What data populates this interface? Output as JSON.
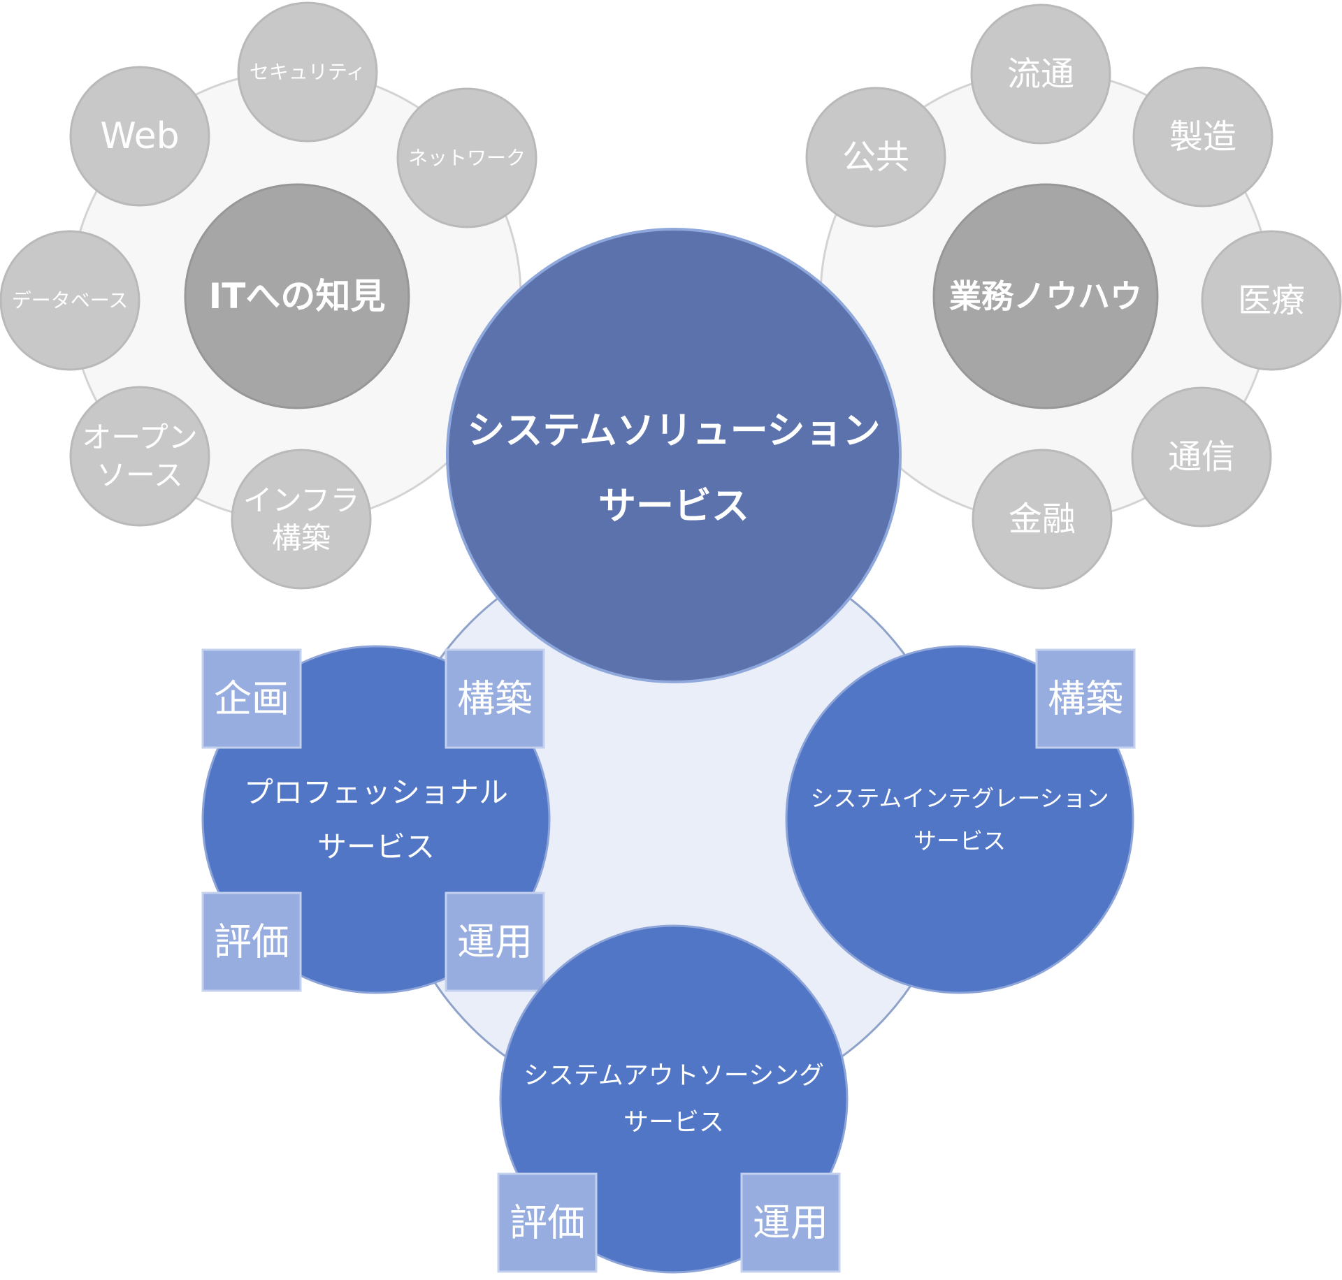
{
  "it_knowledge": {
    "center": "ITへの知見",
    "topics": [
      {
        "name": "web-bubble",
        "lines": [
          "Web"
        ]
      },
      {
        "name": "security-bubble",
        "lines": [
          "セキュリティ"
        ]
      },
      {
        "name": "network-bubble",
        "lines": [
          "ネットワーク"
        ]
      },
      {
        "name": "database-bubble",
        "lines": [
          "データベース"
        ]
      },
      {
        "name": "open-source-bubble",
        "lines": [
          "オープン",
          "ソース"
        ]
      },
      {
        "name": "infrastructure-bubble",
        "lines": [
          "インフラ",
          "構築"
        ]
      }
    ]
  },
  "business_knowhow": {
    "center": "業務ノウハウ",
    "topics": [
      {
        "name": "public-bubble",
        "lines": [
          "公共"
        ]
      },
      {
        "name": "distribution-bubble",
        "lines": [
          "流通"
        ]
      },
      {
        "name": "manufacturing-bubble",
        "lines": [
          "製造"
        ]
      },
      {
        "name": "medical-bubble",
        "lines": [
          "医療"
        ]
      },
      {
        "name": "telecom-bubble",
        "lines": [
          "通信"
        ]
      },
      {
        "name": "finance-bubble",
        "lines": [
          "金融"
        ]
      }
    ]
  },
  "solution": {
    "lines": [
      "システムソリューション",
      "サービス"
    ]
  },
  "services": [
    {
      "name": "professional-service",
      "lines": [
        "プロフェッショナル",
        "サービス"
      ],
      "tags": [
        "企画",
        "構築",
        "評価",
        "運用"
      ]
    },
    {
      "name": "integration-service",
      "lines": [
        "システムインテグレーション",
        "サービス"
      ],
      "tags": [
        "構築"
      ]
    },
    {
      "name": "outsourcing-service",
      "lines": [
        "システムアウトソーシング",
        "サービス"
      ],
      "tags": [
        "評価",
        "運用"
      ]
    }
  ],
  "colors": {
    "halo_fill": "#f7f7f7",
    "halo_stroke": "#d3d3d3",
    "topic_fill": "#c8c8c8",
    "topic_stroke": "#b9b9b9",
    "core_fill": "#a6a6a6",
    "core_stroke": "#979797",
    "grey_text": "#ffffff",
    "ring_fill": "#eaeef8",
    "ring_stroke": "#8fa2c9",
    "solution_fill": "#5b72ad",
    "solution_stroke": "#8fa8dc",
    "service_fill": "#5276c6",
    "service_stroke": "#8ca4d8",
    "tag_fill": "#97addf",
    "tag_stroke": "#c3d0ee",
    "blue_text": "#ffffff"
  }
}
